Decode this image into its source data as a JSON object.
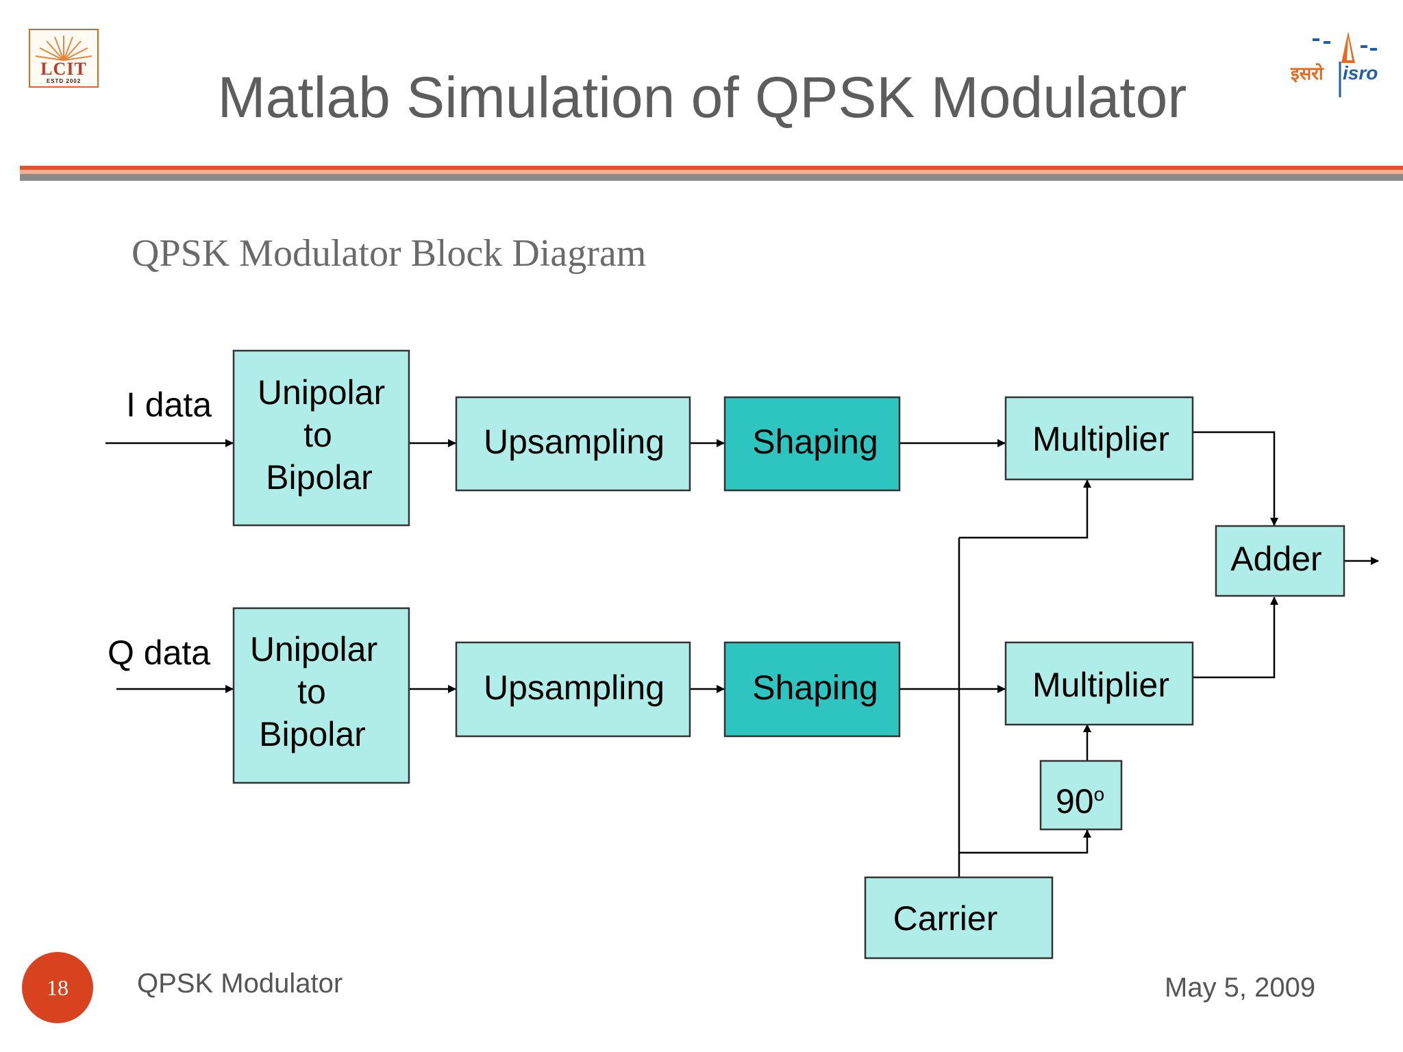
{
  "header": {
    "title": "Matlab Simulation of QPSK Modulator",
    "subtitle": "QPSK Modulator Block Diagram",
    "logo_left": {
      "name": "LCIT",
      "text": "LCIT",
      "estd": "ESTD 2002"
    },
    "logo_right": {
      "name": "isro",
      "text_hindi": "इसरो",
      "text_latin": "isro"
    }
  },
  "diagram": {
    "inputs": {
      "i": "I data",
      "q": "Q data"
    },
    "blocks": {
      "unipolar_i": [
        "Unipolar",
        "to",
        "Bipolar"
      ],
      "unipolar_q": [
        "Unipolar",
        "to",
        "Bipolar"
      ],
      "upsampling_i": "Upsampling",
      "upsampling_q": "Upsampling",
      "shaping_i": "Shaping",
      "shaping_q": "Shaping",
      "multiplier_i": "Multiplier",
      "multiplier_q": "Multiplier",
      "adder": "Adder",
      "phase_shift": "90",
      "phase_shift_unit": "o",
      "carrier": "Carrier"
    },
    "colors": {
      "block_light": "#b1ede8",
      "block_dark": "#2ec4c0"
    }
  },
  "footer": {
    "slide_number": "18",
    "left_text": "QPSK Modulator",
    "date": "May 5, 2009"
  },
  "colors": {
    "rule_orange": "#e0562b",
    "rule_grey": "#8a8a8a",
    "page_badge": "#d9421e",
    "title_text": "#5d5d5d"
  }
}
